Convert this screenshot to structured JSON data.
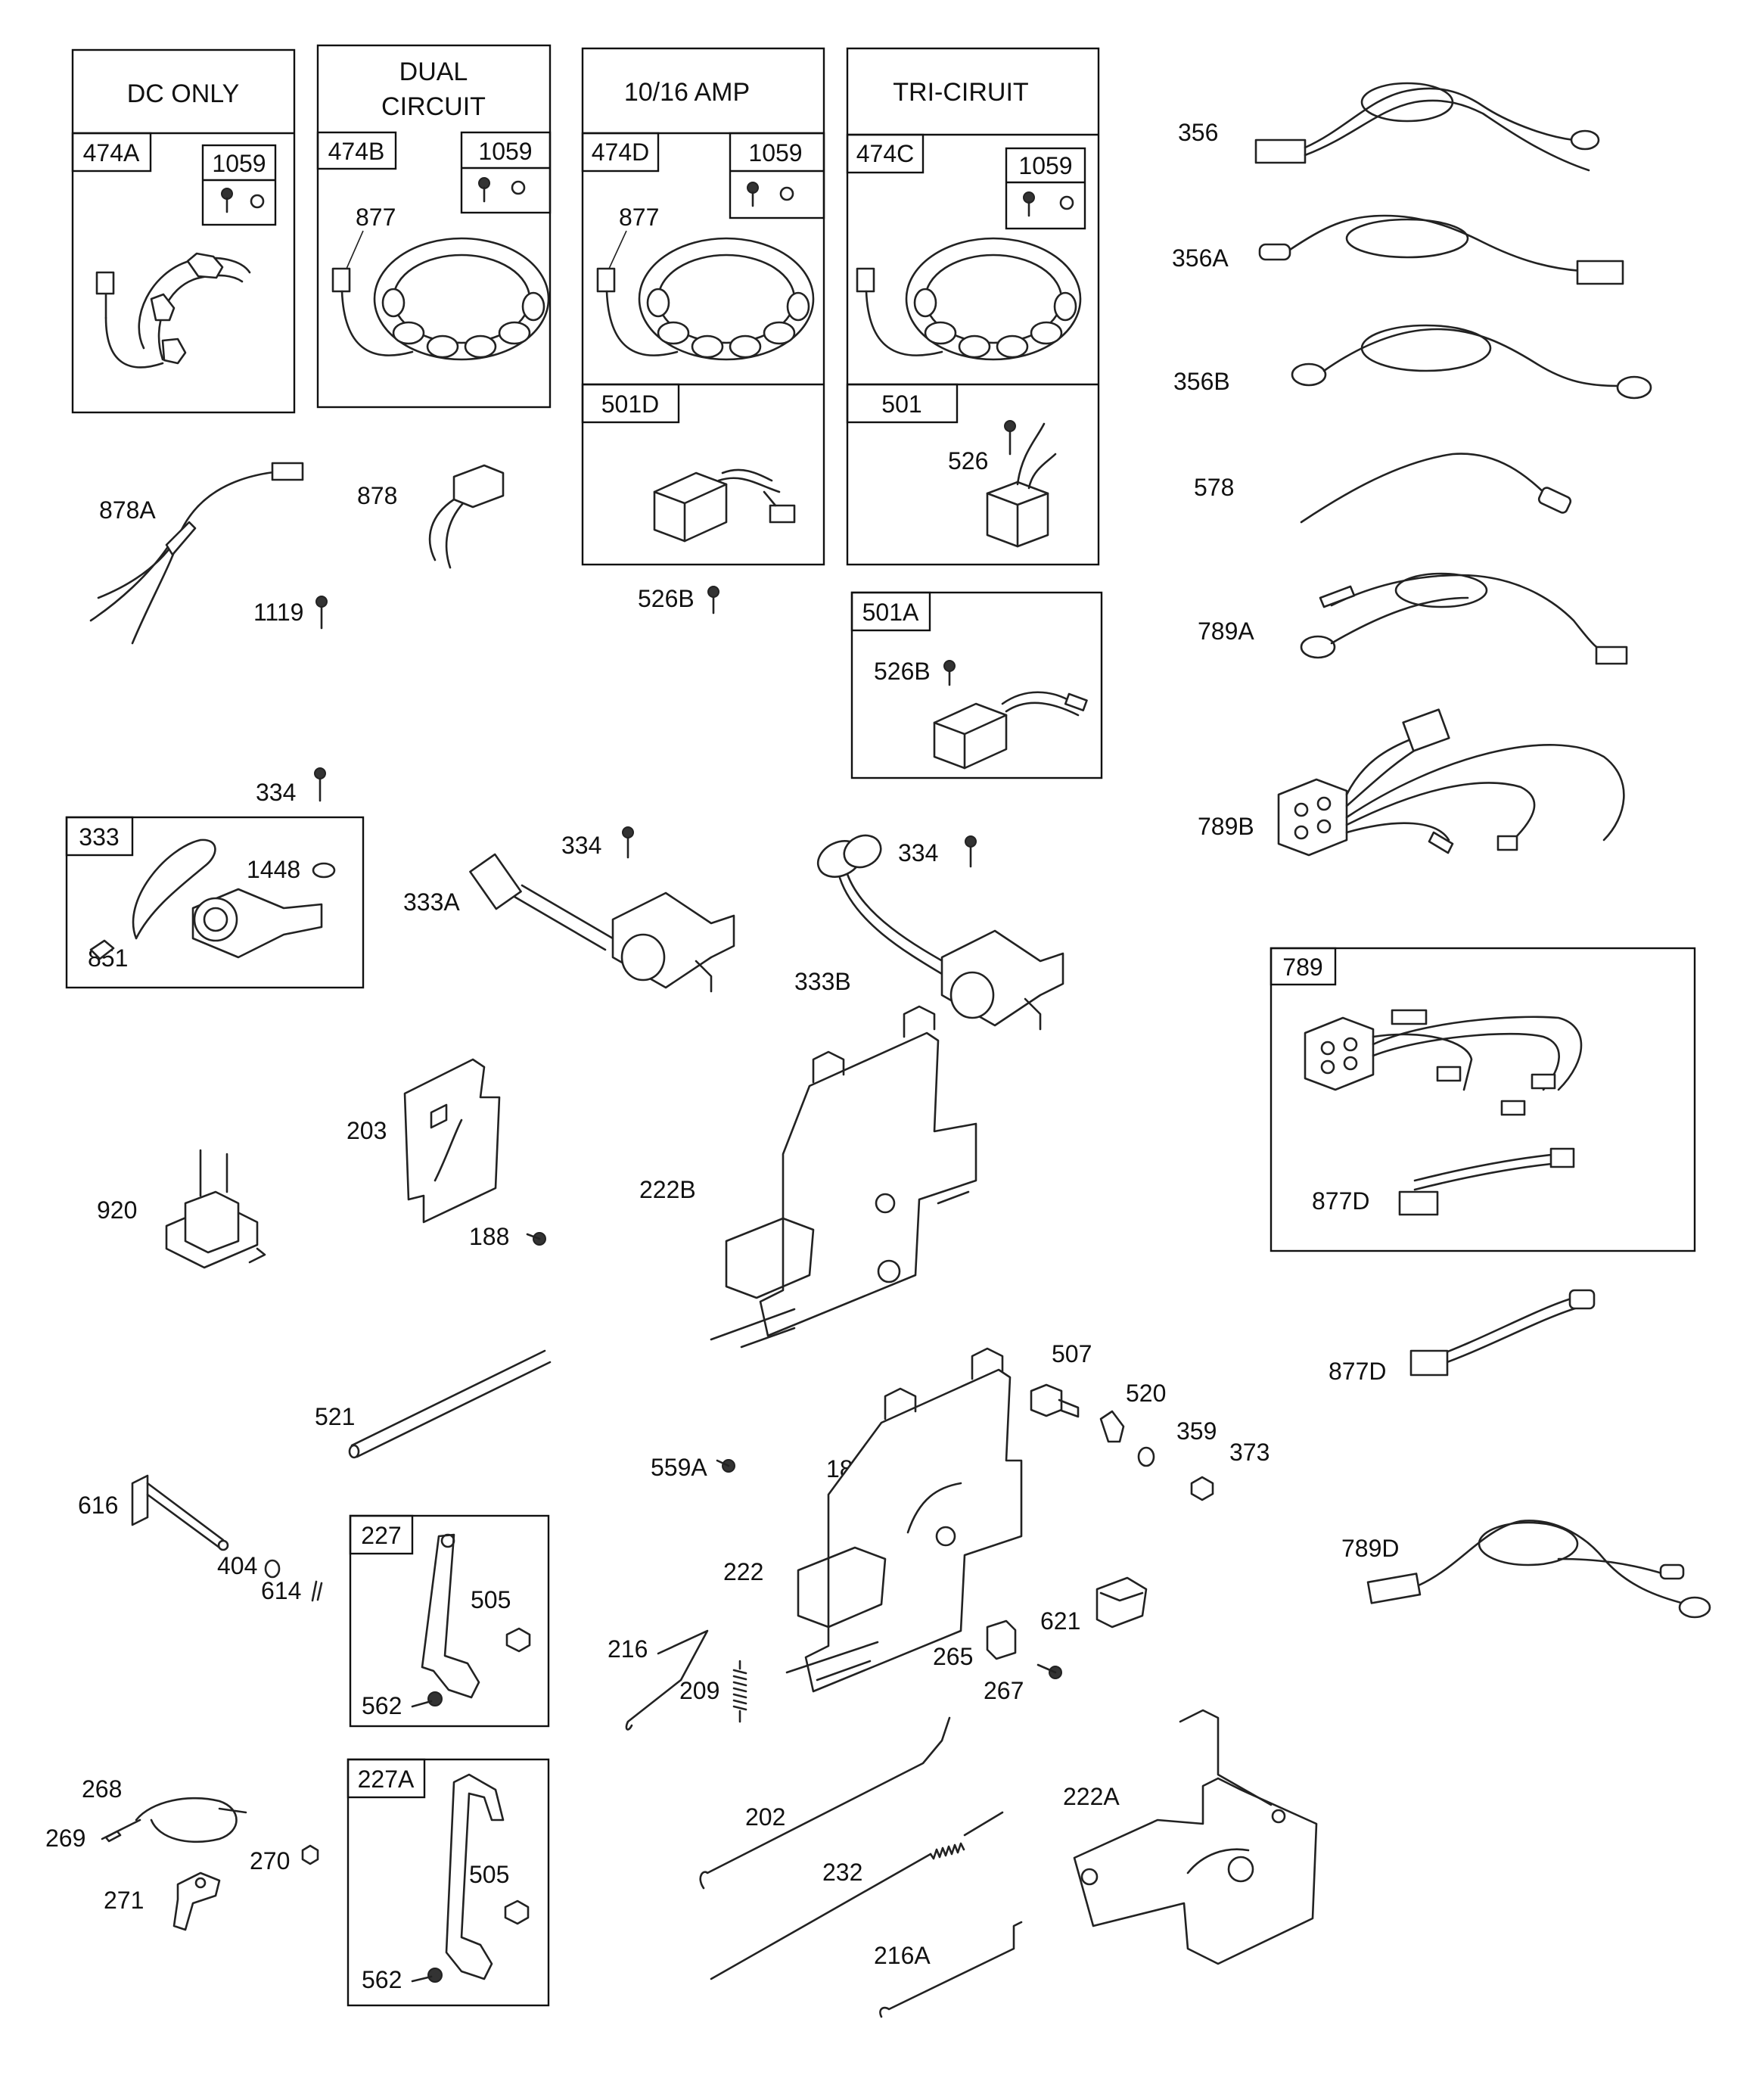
{
  "title": "",
  "boxes": {
    "dc_only": {
      "header": "DC ONLY",
      "part": "474A",
      "hardware": "1059"
    },
    "dual_circuit": {
      "header_line1": "DUAL",
      "header_line2": "CIRCUIT",
      "part": "474B",
      "hardware": "1059",
      "lead": "877"
    },
    "amp_10_16": {
      "header": "10/16 AMP",
      "part": "474D",
      "hardware": "1059",
      "lead": "877",
      "regulator": "501D"
    },
    "tri_circuit": {
      "header": "TRI-CIRUIT",
      "part": "474C",
      "hardware": "1059",
      "regulator": "501",
      "screw": "526"
    },
    "regulator_501a": {
      "part": "501A",
      "screw": "526B"
    },
    "ignition_333": {
      "part": "333",
      "washer": "1448",
      "wire": "851"
    },
    "harness_789": {
      "part": "789",
      "lead": "877D"
    },
    "lever_227": {
      "part": "227",
      "nut": "505",
      "screw": "562"
    },
    "lever_227a": {
      "part": "227A",
      "nut": "505",
      "screw": "562"
    }
  },
  "labels": {
    "l878A": "878A",
    "l878": "878",
    "l1119": "1119",
    "l526B": "526B",
    "l334a": "334",
    "l334b": "334",
    "l334c": "334",
    "l333A": "333A",
    "l333B": "333B",
    "l356": "356",
    "l356A": "356A",
    "l356B": "356B",
    "l578": "578",
    "l789A": "789A",
    "l789B": "789B",
    "l877D": "877D",
    "l789D": "789D",
    "l920": "920",
    "l203": "203",
    "l188a": "188",
    "l222B": "222B",
    "l521": "521",
    "l616": "616",
    "l404": "404",
    "l614": "614",
    "l507": "507",
    "l520": "520",
    "l359": "359",
    "l373": "373",
    "l559A": "559A",
    "l188b": "188",
    "l222": "222",
    "l216": "216",
    "l209": "209",
    "l265": "265",
    "l621": "621",
    "l267": "267",
    "l202": "202",
    "l232": "232",
    "l222A": "222A",
    "l216A": "216A",
    "l268": "268",
    "l269": "269",
    "l270": "270",
    "l271": "271"
  }
}
